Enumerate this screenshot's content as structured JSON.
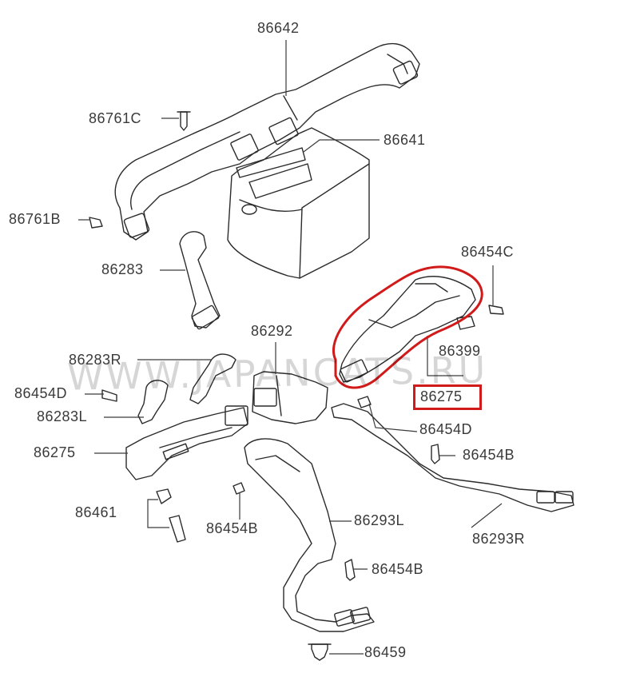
{
  "colors": {
    "line": "#2b2b2b",
    "leader": "#3a3a3a",
    "highlight": "#d11a1a",
    "watermark": "#b8b8b8"
  },
  "watermark": {
    "text": "WWW.JAPANCATS.RU"
  },
  "parts": {
    "p86642": "86642",
    "p86761c": "86761C",
    "p86641": "86641",
    "p86761b": "86761B",
    "p86283": "86283",
    "p86454c": "86454C",
    "p86399": "86399",
    "p86292": "86292",
    "p86283r": "86283R",
    "p86275_highlighted": "86275",
    "p86454d_left": "86454D",
    "p86283l": "86283L",
    "p86454d_right": "86454D",
    "p86275": "86275",
    "p86454b_1": "86454B",
    "p86461": "86461",
    "p86454b_2": "86454B",
    "p86293l": "86293L",
    "p86293r": "86293R",
    "p86454b_3": "86454B",
    "p86459": "86459"
  }
}
